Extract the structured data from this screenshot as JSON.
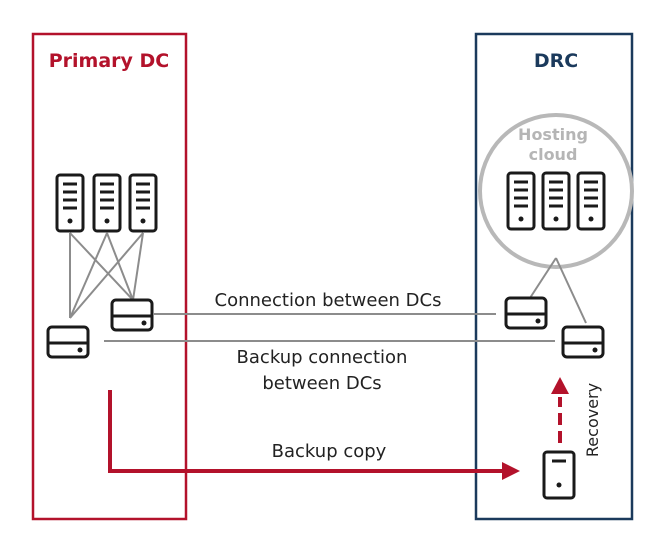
{
  "colors": {
    "primary": "#b3122b",
    "drc": "#1b3a5c",
    "link": "#8c8c8c",
    "cloud": "#b8b8b8",
    "device": "#1a1a1a"
  },
  "primary_dc": {
    "title": "Primary DC"
  },
  "drc": {
    "title": "DRC"
  },
  "cloud": {
    "line1": "Hosting",
    "line2": "cloud"
  },
  "links": {
    "connection": "Connection between DCs",
    "backup_connection_1": "Backup connection",
    "backup_connection_2": "between DCs",
    "backup_copy": "Backup copy",
    "recovery": "Recovery"
  },
  "icons": {
    "server": "server-rack-icon",
    "switch": "network-switch-icon",
    "storage": "backup-storage-icon",
    "arrow": "arrow-head-icon"
  }
}
